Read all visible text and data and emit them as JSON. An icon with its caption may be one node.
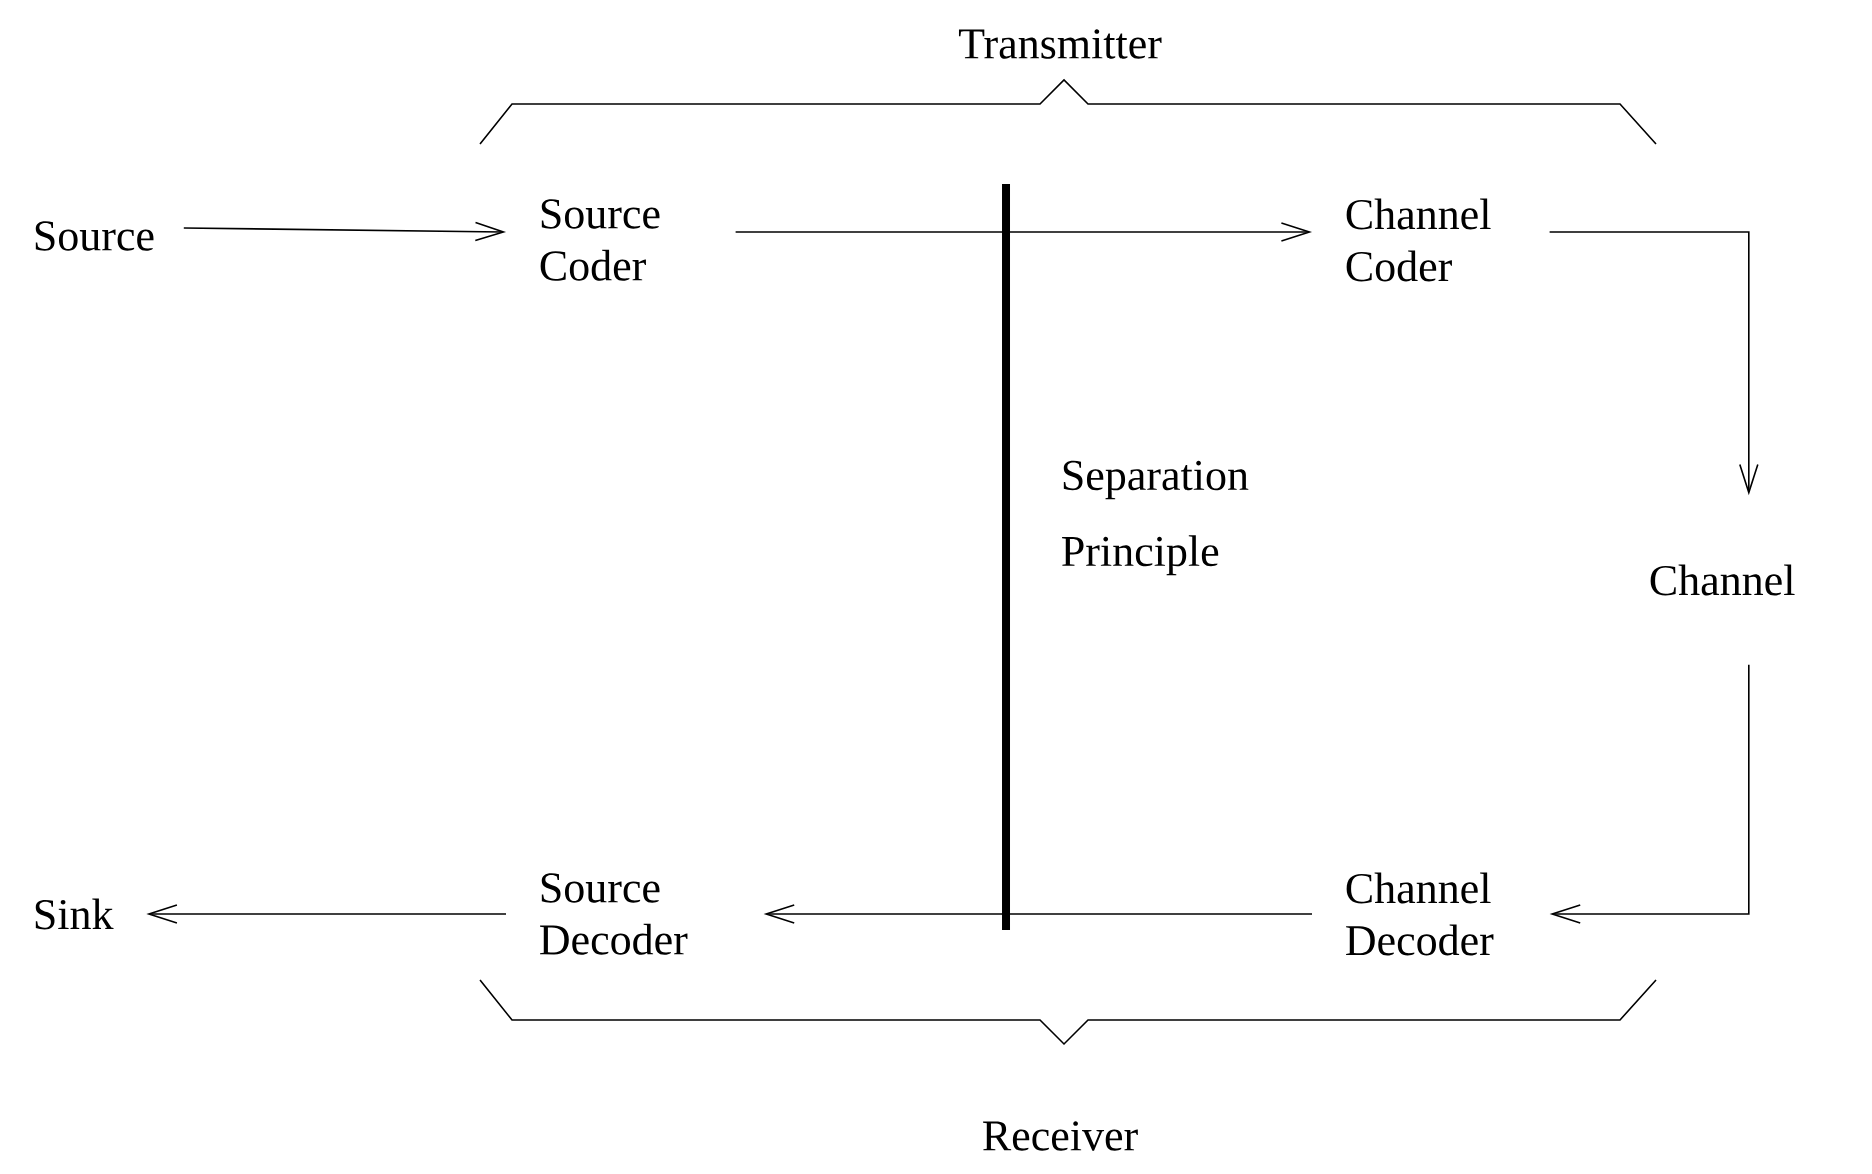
{
  "diagram": {
    "nodes": [
      {
        "text": [
          "Source"
        ]
      },
      {
        "text": [
          "Source Coder"
        ]
      },
      {
        "text": [
          "Channel Coder"
        ]
      },
      {
        "text": [
          "Channel"
        ]
      },
      {
        "text": [
          "Channel Decoder"
        ]
      },
      {
        "text": [
          "Source Decoder"
        ]
      },
      {
        "text": [
          "Sink"
        ]
      }
    ],
    "edges": [
      {
        "from": 0,
        "to": 1,
        "arrow": "to"
      },
      {
        "from": 1,
        "to": 2,
        "arrow": "to"
      },
      {
        "from": 2,
        "to": 3,
        "arrow": "to"
      },
      {
        "from": 3,
        "to": 4,
        "arrow": "to"
      },
      {
        "from": 4,
        "to": 5,
        "arrow": "to"
      },
      {
        "from": 5,
        "to": 6,
        "arrow": "to"
      }
    ],
    "labels": [
      "Transmitter",
      "Separation Principle",
      "Receiver"
    ]
  }
}
